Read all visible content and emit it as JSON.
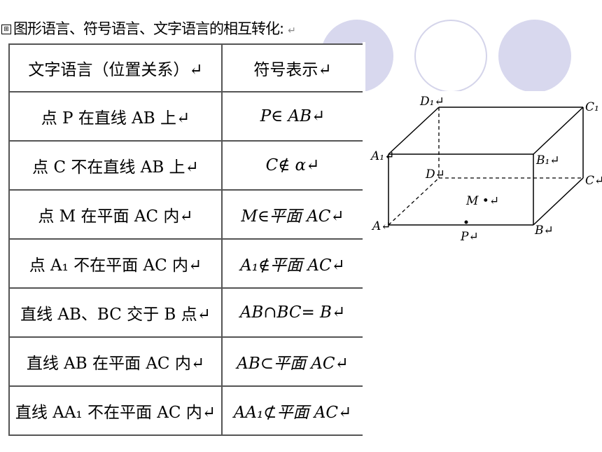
{
  "heading": {
    "marker": "⊞",
    "text": "图形语言、符号语言、文字语言的相互转化:",
    "return_mark": "↵"
  },
  "table": {
    "headers": [
      "文字语言（位置关系）↵",
      "符号表示↵"
    ],
    "rows": [
      [
        "点 P 在直线 AB 上↵",
        "P∈ AB↵"
      ],
      [
        "点 C 不在直线 AB 上↵",
        "C∉ α↵"
      ],
      [
        "点 M 在平面 AC 内↵",
        "M∈平面 AC↵"
      ],
      [
        "点 A₁ 不在平面 AC 内↵",
        "A₁∉平面 AC↵"
      ],
      [
        "直线 AB、BC 交于 B 点↵",
        "AB∩BC= B↵"
      ],
      [
        "直线 AB 在平面 AC 内↵",
        "AB⊂平面 AC↵"
      ],
      [
        "直线 AA₁ 不在平面 AC 内↵",
        "AA₁⊄平面 AC↵"
      ]
    ]
  },
  "figure": {
    "labels": {
      "D1": "D₁↵",
      "C1": "C₁",
      "A1": "A₁↵",
      "B1": "B₁↵",
      "D": "D↵",
      "C": "C↵",
      "M": "M •↵",
      "A": "A↵",
      "P": "P↵",
      "B": "B↵"
    }
  },
  "colors": {
    "circle_fill": "#d8d8ee",
    "circle_stroke": "#d4d4ea",
    "line": "#000000",
    "border": "#555555"
  }
}
